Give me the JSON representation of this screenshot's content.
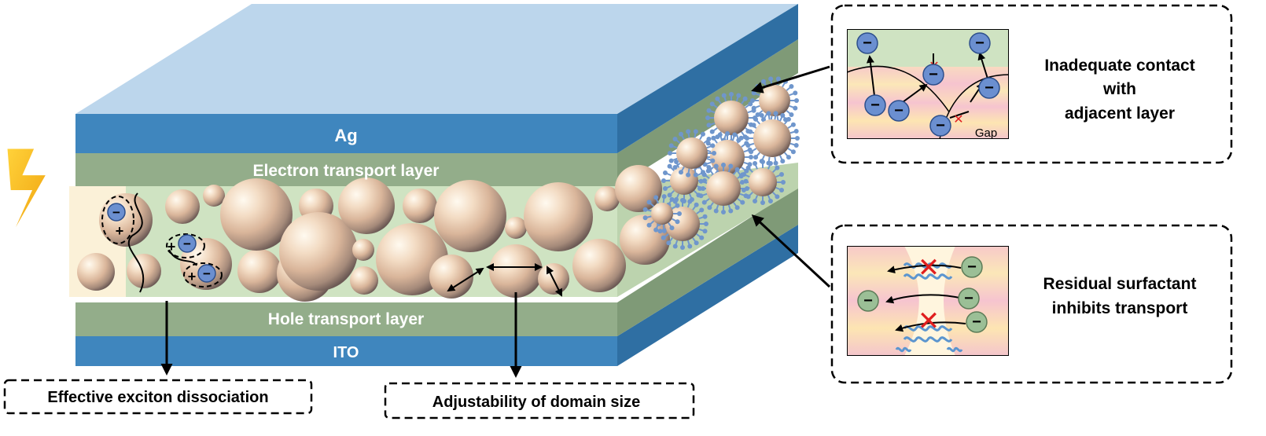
{
  "layers": {
    "ag": "Ag",
    "etl": "Electron transport layer",
    "htl": "Hole transport layer",
    "ito": "ITO"
  },
  "callouts": {
    "contact": [
      "Inadequate contact",
      "with",
      "adjacent layer"
    ],
    "gap": "Gap",
    "surfactant": [
      "Residual surfactant",
      "inhibits transport"
    ]
  },
  "bottom_labels": {
    "exciton": "Effective exciton dissociation",
    "domain": "Adjustability of domain size"
  },
  "charges": {
    "electron": "−",
    "hole": "+"
  },
  "icons": [
    "lightning-icon",
    "red-x-icon",
    "electron-icon",
    "hole-icon",
    "sphere-domain-icon"
  ],
  "colors": {
    "ag_top": "#bcd6ec",
    "ag_front": "#3f86be",
    "etl": "#93ad8a",
    "active": "#cfe3c2",
    "htl": "#93ad8a",
    "ito": "#3f86be",
    "electron": "#6b8fd0",
    "neutral_electron": "#9bbf96",
    "ligand": "#6f96cc",
    "red_x": "#e01e1e",
    "lightning": "#f6c21c"
  }
}
